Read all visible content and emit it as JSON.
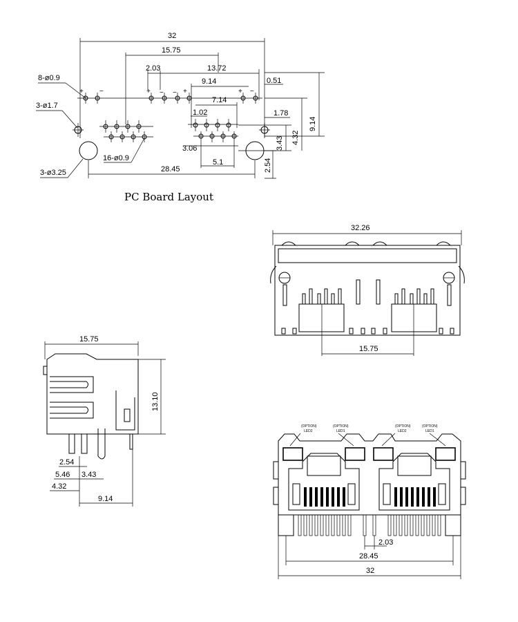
{
  "pcb_layout": {
    "title": "PC Board Layout",
    "dims": {
      "overall_width": "32",
      "half_width": "15.75",
      "pin_offset": "2.03",
      "pin_span": "13.72",
      "right_offset": "0.51",
      "led_span": "9.14",
      "inner_span": "7.14",
      "pitch": "1.02",
      "row_offset": "1.78",
      "height_total": "9.14",
      "row_gap": "3.43",
      "row_height": "4.32",
      "small_offset": "3.06",
      "pin_group": "5.1",
      "hole_offset": "2.54",
      "hole_span": "28.45"
    },
    "callouts": {
      "led_holes": "8-ø0.9",
      "plastic_post": "3-ø1.7",
      "signal_holes": "16-ø0.9",
      "mount_holes": "3-ø3.25"
    }
  },
  "top_view": {
    "width": "32.26",
    "pin_span": "15.75"
  },
  "side_view": {
    "depth": "15.75",
    "height": "13.10",
    "pin_a": "2.54",
    "pin_b": "5.46",
    "pin_c": "3.43",
    "pin_d": "4.32",
    "pin_e": "9.14"
  },
  "front_view": {
    "led_labels": [
      {
        "option": "(OPTION)",
        "name": "LED2"
      },
      {
        "option": "(OPTION)",
        "name": "LED1"
      },
      {
        "option": "(OPTION)",
        "name": "LED2"
      },
      {
        "option": "(OPTION)",
        "name": "LED1"
      }
    ],
    "gap": "2.03",
    "span": "28.45",
    "width": "32"
  }
}
